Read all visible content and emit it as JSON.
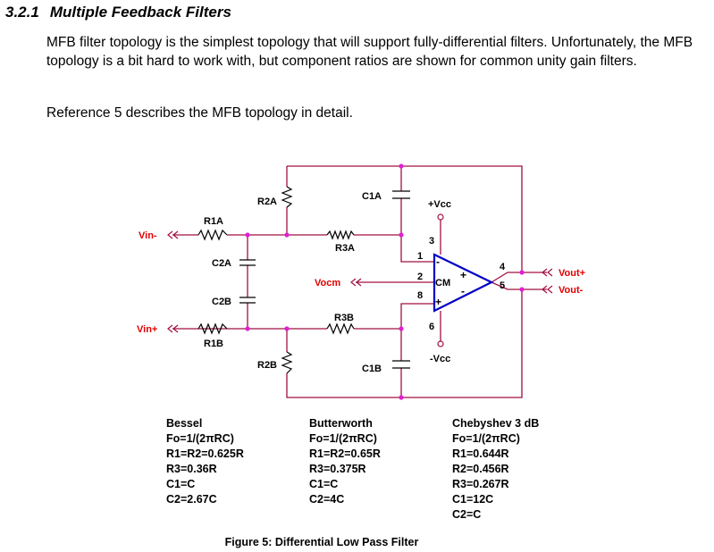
{
  "section": {
    "number": "3.2.1",
    "title": "Multiple Feedback Filters"
  },
  "paragraphs": [
    "MFB filter topology is the simplest topology that will support fully-differential filters. Unfortunately, the MFB topology is a bit hard to work with, but component ratios are shown for common unity gain filters.",
    "Reference 5 describes the MFB topology in detail."
  ],
  "schematic": {
    "components": {
      "R1A": "R1A",
      "R1B": "R1B",
      "R2A": "R2A",
      "R2B": "R2B",
      "R3A": "R3A",
      "R3B": "R3B",
      "C1A": "C1A",
      "C1B": "C1B",
      "C2A": "C2A",
      "C2B": "C2B"
    },
    "nets": {
      "vin_minus": "Vin-",
      "vin_plus": "Vin+",
      "vocm": "Vocm",
      "vout_plus": "Vout+",
      "vout_minus": "Vout-",
      "vcc_plus": "+Vcc",
      "vcc_minus": "-Vcc"
    },
    "opamp": {
      "label": "CM",
      "pins": {
        "p1": "1",
        "p2": "2",
        "p3": "3",
        "p4": "4",
        "p5": "5",
        "p6": "6",
        "p8": "8"
      },
      "signs": {
        "in_minus": "-",
        "in_plus": "+",
        "out_plus": "+",
        "out_minus": "-"
      }
    },
    "colors": {
      "wire": "#a01040",
      "node": "#e020d0",
      "net_label": "#e00000",
      "component": "#000000"
    }
  },
  "tables": {
    "bessel": [
      "Bessel",
      "Fo=1/(2πRC)",
      "R1=R2=0.625R",
      "R3=0.36R",
      "C1=C",
      "C2=2.67C"
    ],
    "butterworth": [
      "Butterworth",
      "Fo=1/(2πRC)",
      "R1=R2=0.65R",
      "R3=0.375R",
      "C1=C",
      "C2=4C"
    ],
    "chebyshev": [
      "Chebyshev 3 dB",
      "Fo=1/(2πRC)",
      "R1=0.644R",
      "R2=0.456R",
      "R3=0.267R",
      "C1=12C",
      "C2=C"
    ]
  },
  "caption": "Figure 5:  Differential Low Pass Filter"
}
